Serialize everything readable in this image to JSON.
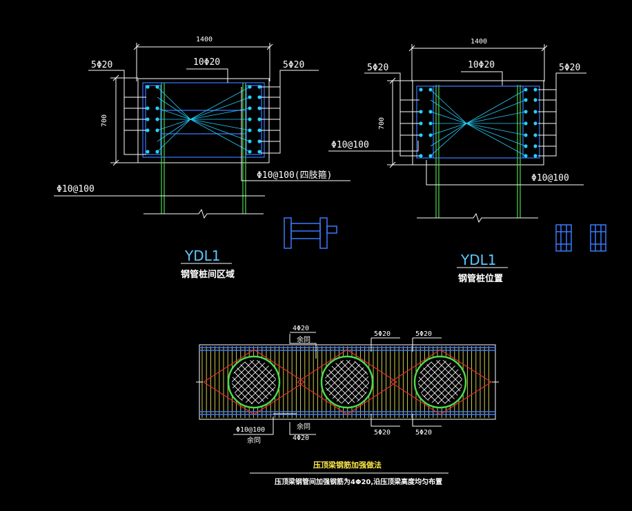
{
  "colors": {
    "background": "#000000",
    "concrete": "#ffffff",
    "steel_pile": "#4cd94c",
    "rebar": "#3a7bff",
    "anchor": "#25d0ff",
    "crossing_bars": "#e03030",
    "stirrups": "#e8e050",
    "label_line": "#ffffff"
  },
  "detail1": {
    "width_dim": "1400",
    "height_dim": "700",
    "side_bars_left": "5Φ20",
    "center_bars": "10Φ20",
    "side_bars_right": "5Φ20",
    "stirrup_callout": "Φ10@100(四肢箍)",
    "stirrup_left": "Φ10@100",
    "title": "YDL1",
    "caption": "钢管桩间区域"
  },
  "detail2": {
    "width_dim": "1400",
    "height_dim": "700",
    "side_bars_left": "5Φ20",
    "center_bars": "10Φ20",
    "side_bars_right": "5Φ20",
    "stirrup_left": "Φ10@100",
    "stirrup_right": "Φ10@100",
    "title": "YDL1",
    "caption": "钢管桩位置"
  },
  "plan": {
    "top_label_1": "4Φ20",
    "top_label_1_sub": "余同",
    "top_label_2": "5Φ20",
    "top_label_3": "5Φ20",
    "bottom_stirrup": "Φ10@100",
    "bottom_stirrup_sub": "余同",
    "bottom_label_1_sub": "余同",
    "bottom_label_1": "4Φ20",
    "bottom_label_2": "5Φ20",
    "bottom_label_3": "5Φ20",
    "title": "压顶梁钢筋加强做法",
    "note": "压顶梁钢管间加强钢筋为4Φ20,沿压顶梁高度均匀布置"
  }
}
